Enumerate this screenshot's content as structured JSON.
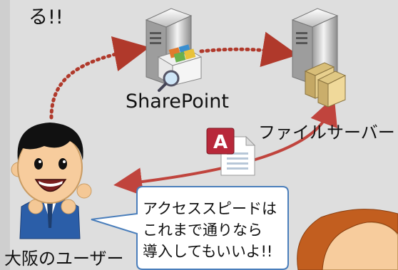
{
  "slide": {
    "top_text": "る!!",
    "sharepoint_label": "SharePoint",
    "fileserver_label": "ファイルサーバー",
    "user_label": "大阪のユーザー",
    "bubble_lines": [
      "アクセススピードは",
      "これまで通りなら",
      "導入してもいいよ!!"
    ]
  },
  "colors": {
    "dotted_arrow": "#b0392b",
    "solid_arrow": "#c0443d",
    "bubble_border": "#4a7ebb",
    "background": "#dedede"
  },
  "icons": [
    "sharepoint-server-icon",
    "file-server-icon",
    "access-file-icon",
    "user-character",
    "second-character"
  ]
}
